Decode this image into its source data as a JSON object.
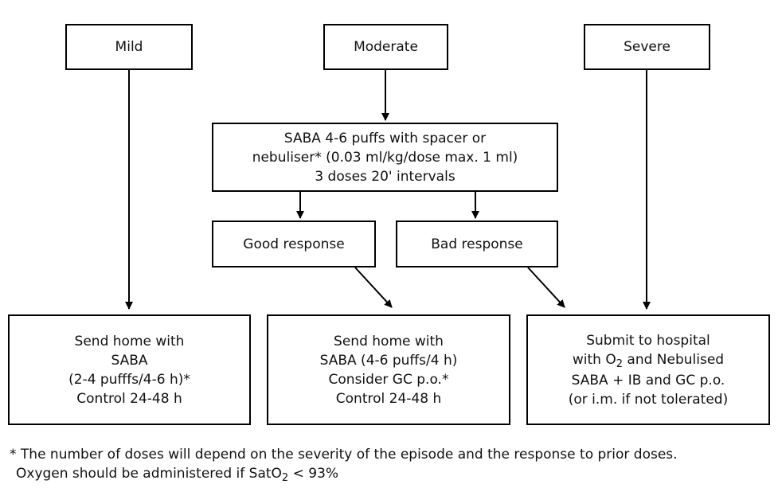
{
  "severity": {
    "mild": "Mild",
    "moderate": "Moderate",
    "severe": "Severe"
  },
  "saba_box": {
    "line1": "SABA 4-6 puffs with spacer or",
    "line2": "nebuliser* (0.03 ml/kg/dose max. 1 ml)",
    "line3": "3 doses 20' intervals"
  },
  "response": {
    "good": "Good response",
    "bad": "Bad response"
  },
  "outcomes": {
    "mild": {
      "line1": "Send home with",
      "line2": "SABA",
      "line3": "(2-4 pufffs/4-6 h)*",
      "line4": "Control 24-48 h"
    },
    "moderate": {
      "line1": "Send home with",
      "line2": "SABA (4-6 puffs/4 h)",
      "line3": "Consider GC p.o.*",
      "line4": "Control 24-48 h"
    },
    "severe": {
      "line1": "Submit to hospital",
      "line2_pre": "with O",
      "line2_sub": "2",
      "line2_post": " and Nebulised",
      "line3": "SABA + IB and GC p.o.",
      "line4": "(or i.m. if not tolerated)"
    }
  },
  "footnote": {
    "line1": "* The number of doses will depend on the severity of the episode and the response to prior doses.",
    "line2_pre": "Oxygen should be administered if SatO",
    "line2_sub": "2",
    "line2_post": " < 93%"
  }
}
